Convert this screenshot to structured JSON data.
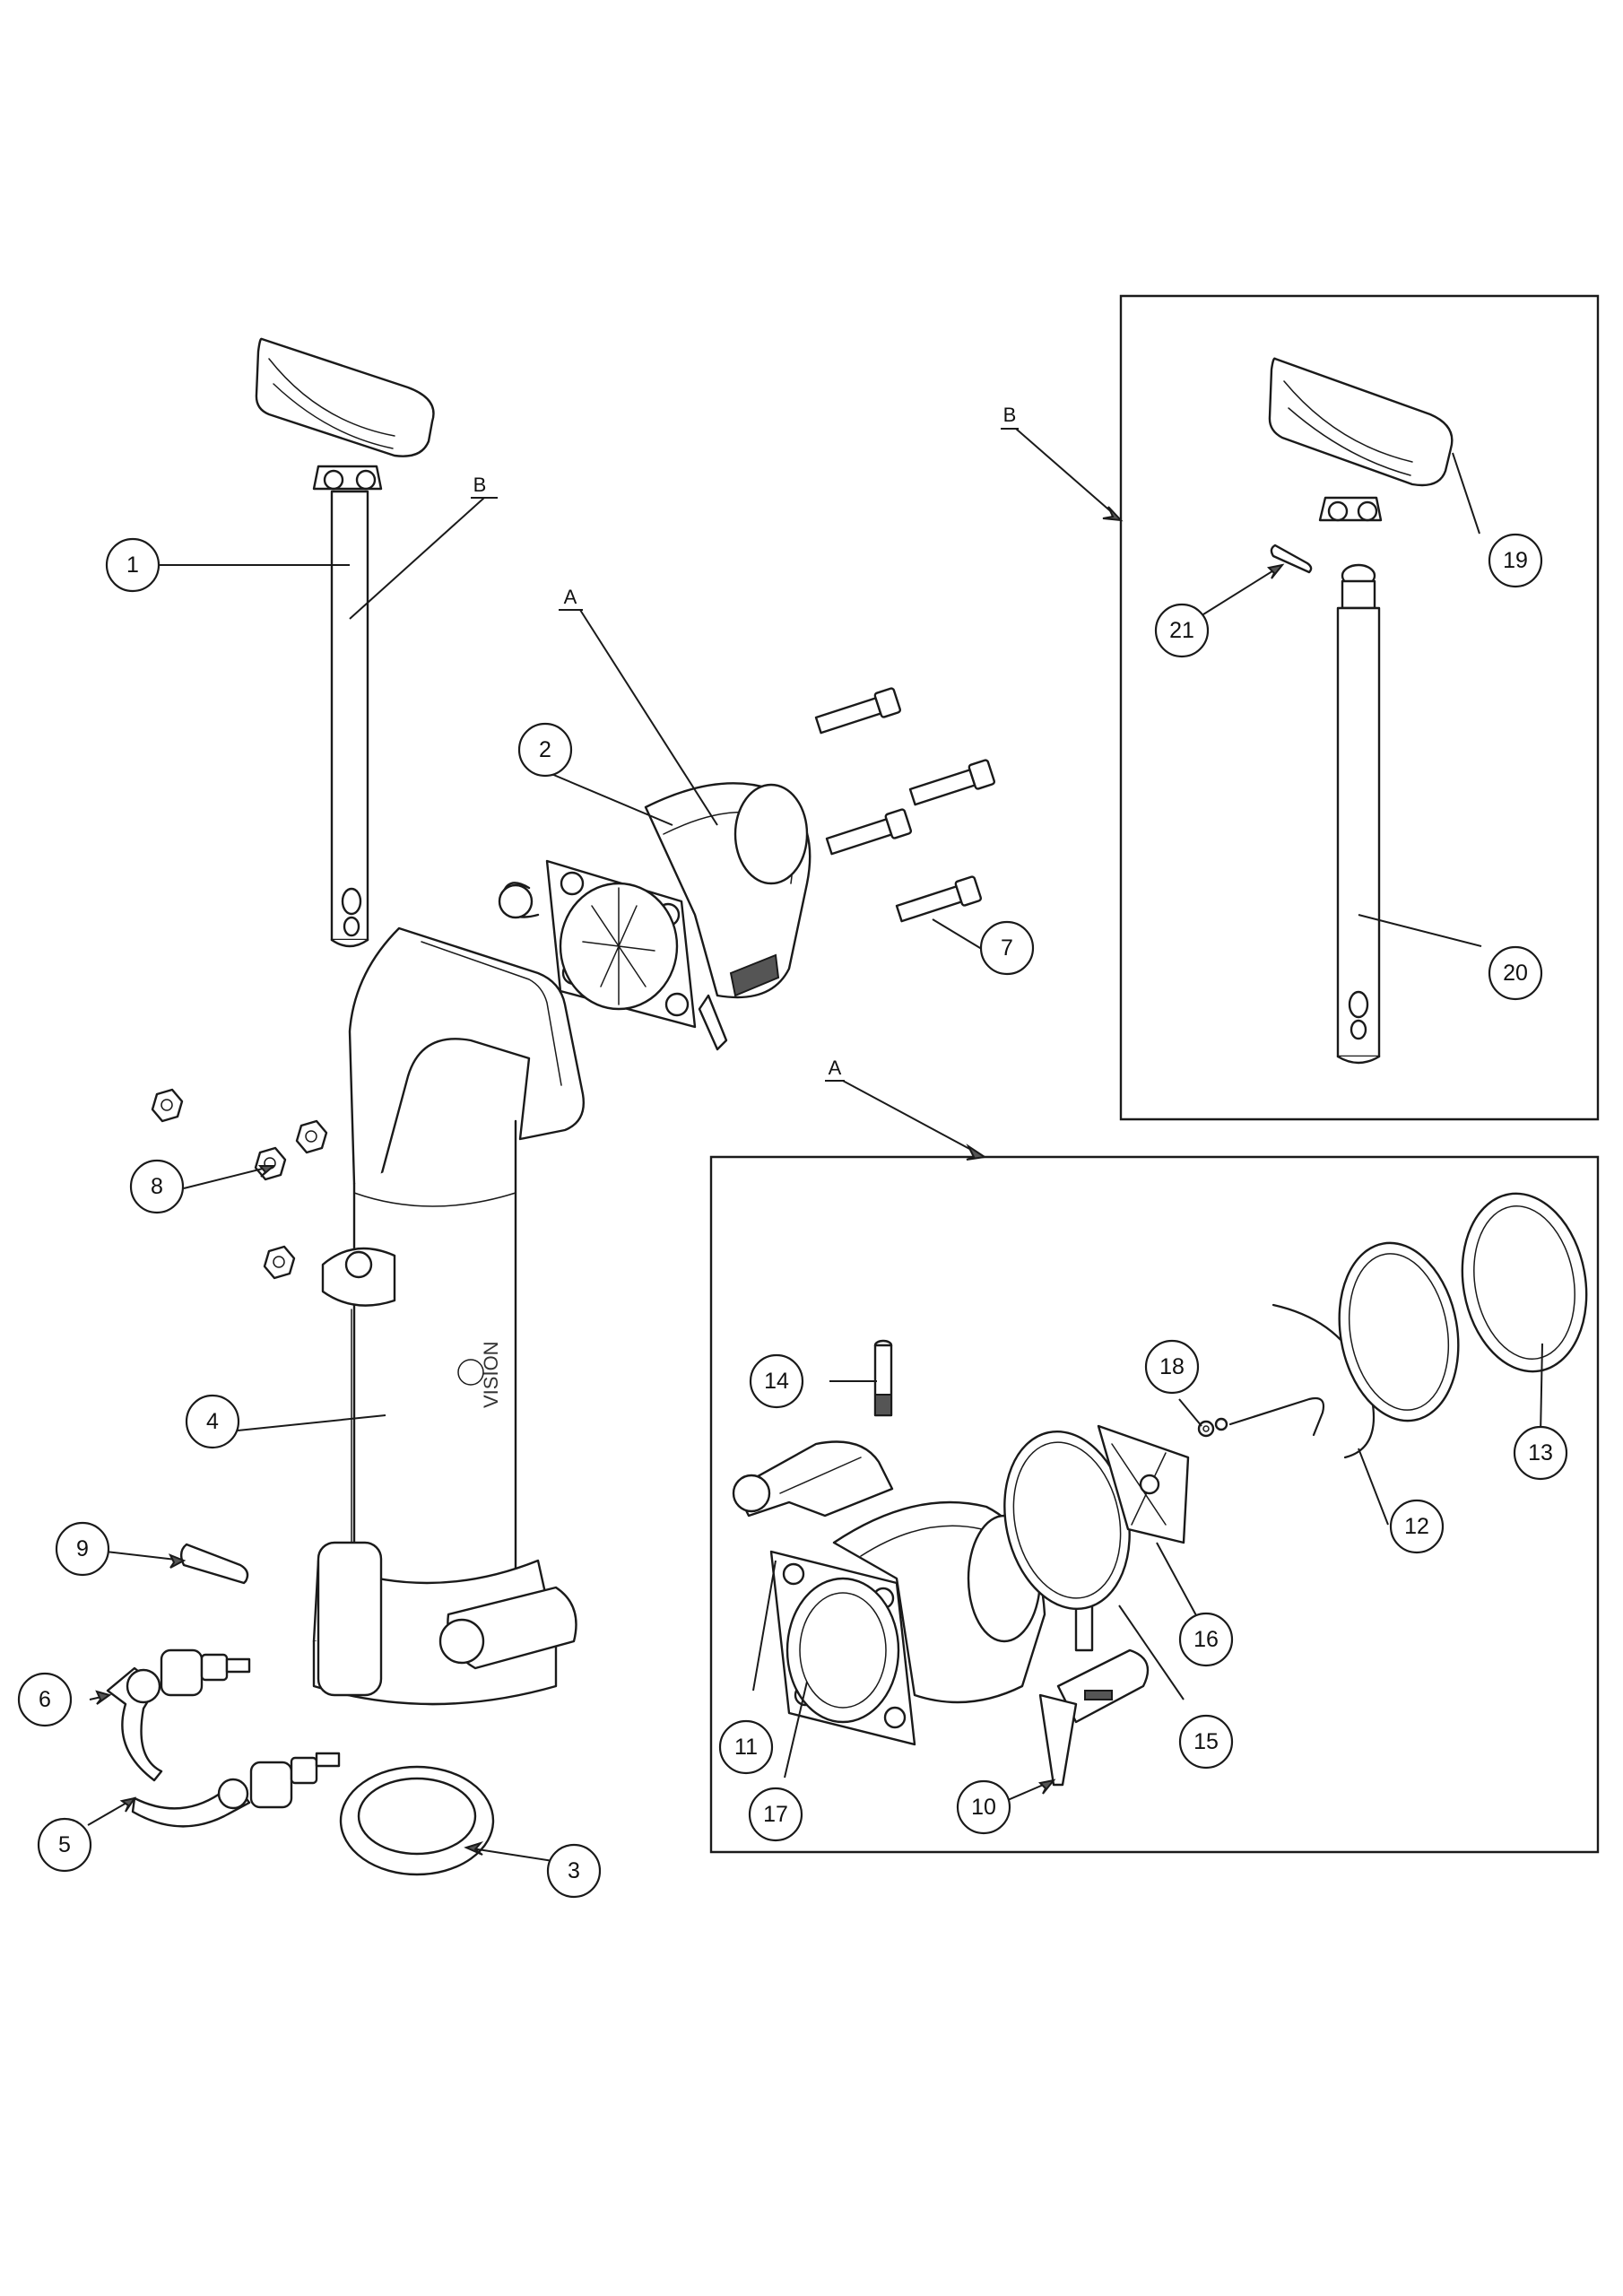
{
  "balloons": [
    {
      "id": "1",
      "label": "1"
    },
    {
      "id": "2",
      "label": "2"
    },
    {
      "id": "3",
      "label": "3"
    },
    {
      "id": "4",
      "label": "4"
    },
    {
      "id": "5",
      "label": "5"
    },
    {
      "id": "6",
      "label": "6"
    },
    {
      "id": "7",
      "label": "7"
    },
    {
      "id": "8",
      "label": "8"
    },
    {
      "id": "9",
      "label": "9"
    },
    {
      "id": "10",
      "label": "10"
    },
    {
      "id": "11",
      "label": "11"
    },
    {
      "id": "12",
      "label": "12"
    },
    {
      "id": "13",
      "label": "13"
    },
    {
      "id": "14",
      "label": "14"
    },
    {
      "id": "15",
      "label": "15"
    },
    {
      "id": "16",
      "label": "16"
    },
    {
      "id": "17",
      "label": "17"
    },
    {
      "id": "18",
      "label": "18"
    },
    {
      "id": "19",
      "label": "19"
    },
    {
      "id": "20",
      "label": "20"
    },
    {
      "id": "21",
      "label": "21"
    }
  ],
  "detail_refs": {
    "a_main": "A",
    "a_detail": "A",
    "b_main": "B",
    "b_detail": "B"
  },
  "brand": "VISION"
}
